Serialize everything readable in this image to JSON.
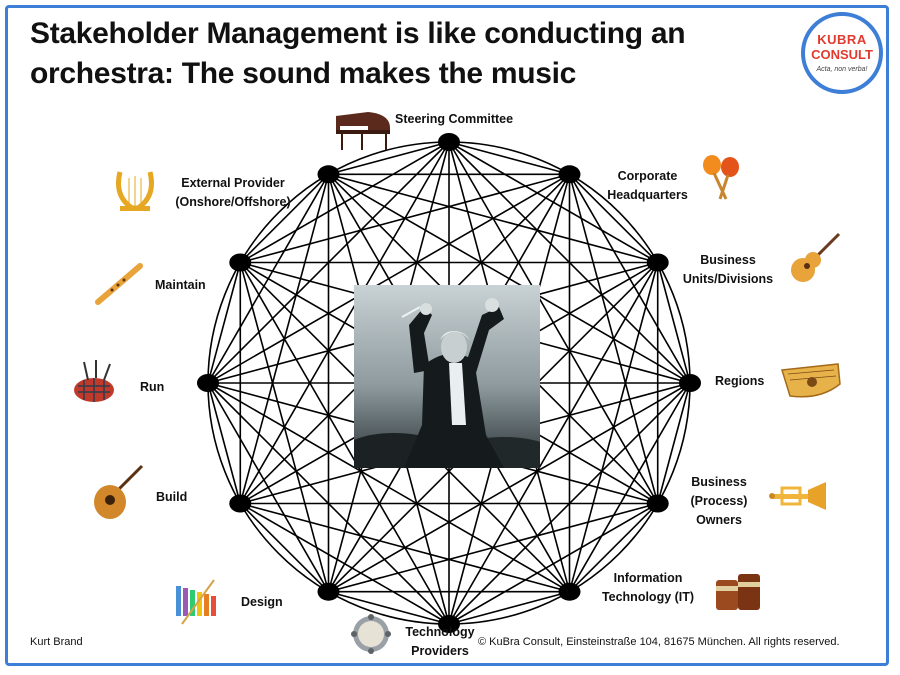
{
  "title": "Stakeholder Management is like conducting an orchestra: The sound makes the music",
  "logo": {
    "line1": "KUBRA",
    "line2": "CONSULT",
    "tagline": "Acta, non verba!"
  },
  "stakeholders": {
    "steering": "Steering Committee",
    "corporate": "Corporate Headquarters",
    "business_units": "Business Units/Divisions",
    "regions": "Regions",
    "process_owners": "Business (Process) Owners",
    "it": "Information Technology (IT)",
    "tech_providers": "Technology Providers",
    "design": "Design",
    "build": "Build",
    "run": "Run",
    "maintain": "Maintain",
    "external": "External Provider (Onshore/Offshore)"
  },
  "center_image": "conductor-photo",
  "instruments": [
    "grand-piano-icon",
    "maracas-icon",
    "guitar-icon",
    "zither-icon",
    "trumpet-icon",
    "drums-icon",
    "tambourine-icon",
    "xylophone-icon",
    "mandolin-icon",
    "bagpipes-icon",
    "flute-icon",
    "lyre-icon"
  ],
  "footer": {
    "author": "Kurt Brand",
    "copyright": "© KuBra Consult, Einsteinstraße 104, 81675 München. All rights reserved."
  },
  "colors": {
    "frame": "#3d7fd6",
    "logo_text": "#e23a2e"
  }
}
